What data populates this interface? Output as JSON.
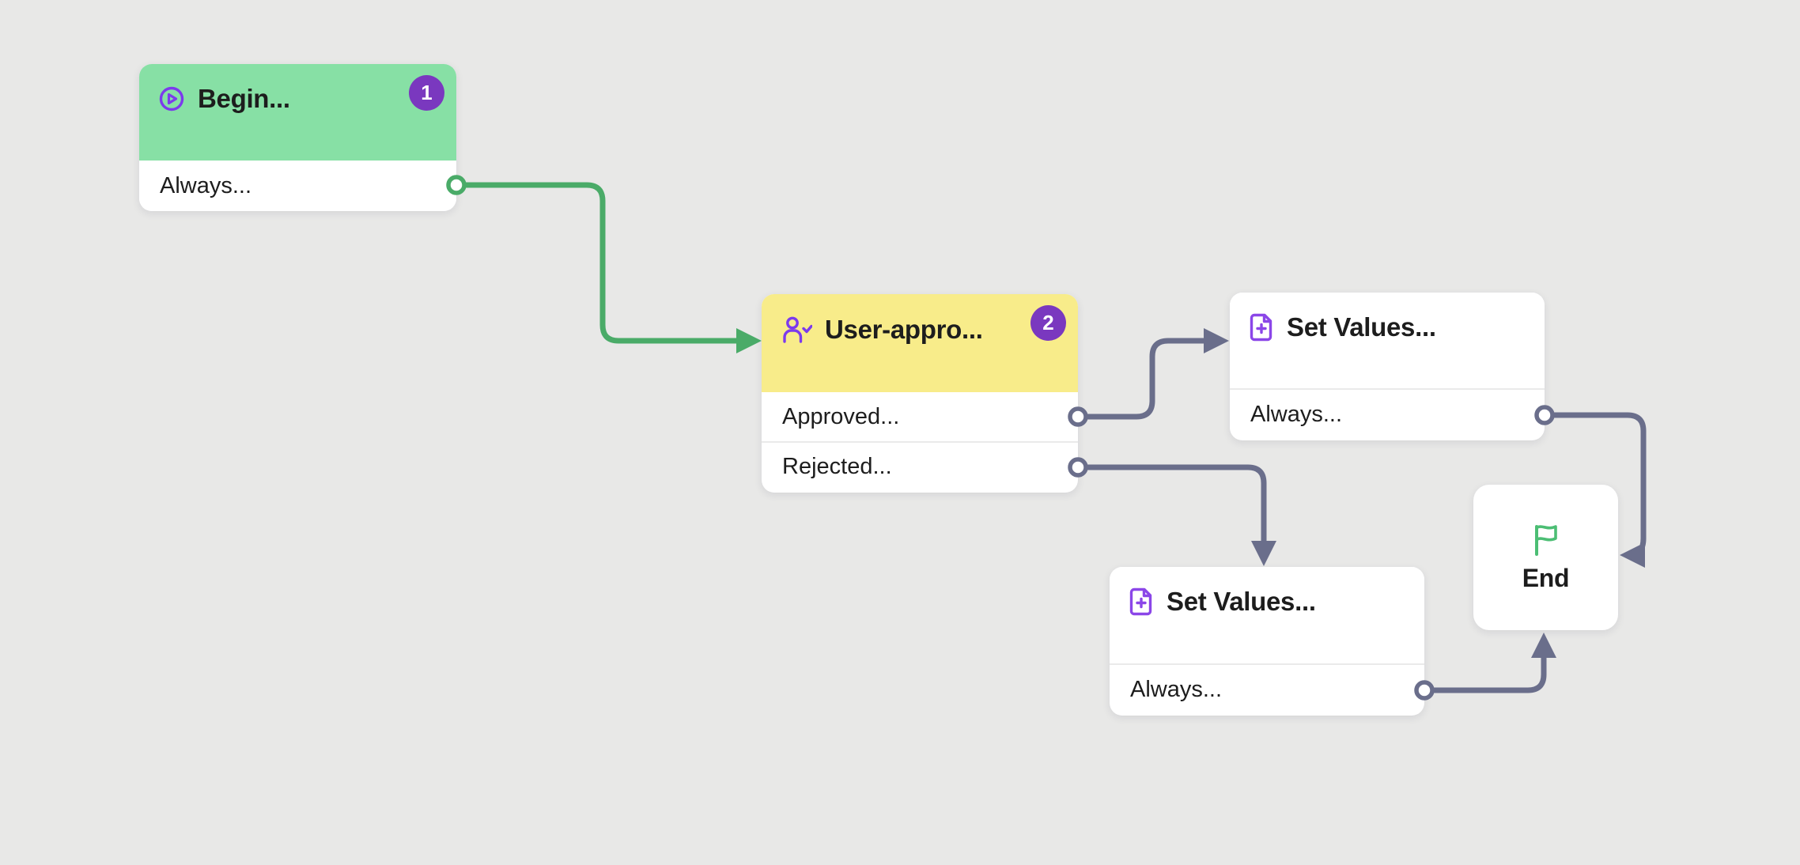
{
  "nodes": {
    "begin": {
      "title": "Begin...",
      "badge": "1",
      "icon": "play-circle-icon",
      "header_color": "#87e0a5",
      "outputs": [
        {
          "label": "Always..."
        }
      ]
    },
    "user_approval": {
      "title": "User-appro...",
      "badge": "2",
      "icon": "user-check-icon",
      "header_color": "#f8ec8a",
      "outputs": [
        {
          "label": "Approved..."
        },
        {
          "label": "Rejected..."
        }
      ]
    },
    "set_values_top": {
      "title": "Set Values...",
      "icon": "document-plus-icon",
      "header_color": "#ffffff",
      "outputs": [
        {
          "label": "Always..."
        }
      ]
    },
    "set_values_bottom": {
      "title": "Set Values...",
      "icon": "document-plus-icon",
      "header_color": "#ffffff",
      "outputs": [
        {
          "label": "Always..."
        }
      ]
    },
    "end": {
      "title": "End",
      "icon": "flag-icon"
    }
  },
  "edges": [
    {
      "from": "begin",
      "output": "Always...",
      "to": "user_approval",
      "color": "#4aab68"
    },
    {
      "from": "user_approval",
      "output": "Approved...",
      "to": "set_values_top",
      "color": "#6a6e8b"
    },
    {
      "from": "user_approval",
      "output": "Rejected...",
      "to": "set_values_bottom",
      "color": "#6a6e8b"
    },
    {
      "from": "set_values_top",
      "output": "Always...",
      "to": "end",
      "color": "#6a6e8b"
    },
    {
      "from": "set_values_bottom",
      "output": "Always...",
      "to": "end",
      "color": "#6a6e8b"
    }
  ],
  "colors": {
    "canvas_background": "#e8e8e7",
    "green_header": "#87e0a5",
    "green_line": "#4aab68",
    "yellow_header": "#f8ec8a",
    "slate_line": "#6a6e8b",
    "badge_purple": "#7a38bf",
    "icon_purple": "#7c3aed",
    "flag_green": "#4cbe74",
    "node_background": "#ffffff",
    "text": "#1d1d1d"
  }
}
